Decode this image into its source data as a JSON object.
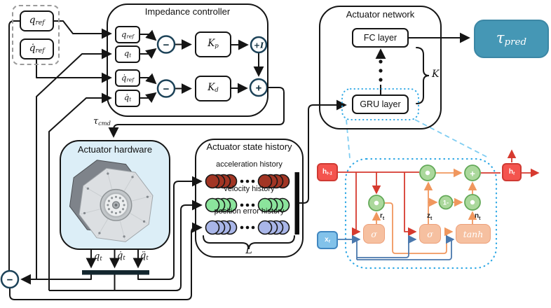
{
  "colors": {
    "wire_black": "#151515",
    "wire_red": "#d63a2f",
    "wire_orange": "#f0975e",
    "wire_blue": "#4a78ad",
    "junction_circle_border": "#1c4258",
    "hardware_bg": "#dceef7",
    "tau_pred_bg": "#4597b5",
    "red_node": "#f4544e",
    "blue_node": "#82c2ea",
    "green_node": "#abd89c",
    "gate_node": "#f6c0a0",
    "dotted_cell_blue": "#2fa8e5"
  },
  "ref_inputs": {
    "q_ref": {
      "base": "q",
      "sub": "ref"
    },
    "qd_ref": {
      "base": "q̇",
      "sub": "ref"
    }
  },
  "impedance": {
    "title": "Impedance controller",
    "q_ref": {
      "base": "q",
      "sub": "ref"
    },
    "q_t": {
      "base": "q",
      "sub": "t"
    },
    "qd_ref": {
      "base": "q̇",
      "sub": "ref"
    },
    "qd_t": {
      "base": "q̇",
      "sub": "t"
    },
    "kp": {
      "base": "K",
      "sub": "p"
    },
    "kd": {
      "base": "K",
      "sub": "d"
    },
    "minus_glyph": "−",
    "plus_i_glyph": "+I",
    "plus_glyph": "+"
  },
  "tau_cmd": {
    "base": "τ",
    "sub": "cmd"
  },
  "hardware": {
    "title": "Actuator hardware",
    "q_t": {
      "base": "q",
      "sub": "t"
    },
    "qd_t": {
      "base": "q̇",
      "sub": "t"
    },
    "qdd_t": {
      "base": "q̈",
      "sub": "t"
    }
  },
  "feedback": {
    "minus_glyph": "−"
  },
  "history": {
    "title": "Actuator state history",
    "rows": [
      {
        "label": "acceleration history",
        "color": "#a23524"
      },
      {
        "label": "velocity history",
        "color": "#8be49c"
      },
      {
        "label": "position error history",
        "color": "#a9b6e8"
      }
    ],
    "brace_label": "L"
  },
  "network": {
    "title": "Actuator network",
    "fc_label": "FC layer",
    "gru_label": "GRU layer",
    "brace_label": "K"
  },
  "tau_pred": {
    "base": "τ",
    "sub": "pred"
  },
  "cell": {
    "h_prev": {
      "base": "h",
      "sub": "t-1"
    },
    "x_t": {
      "base": "x",
      "sub": "t"
    },
    "h_t": {
      "base": "h",
      "sub": "t"
    },
    "r_t": {
      "base": "r",
      "sub": "t"
    },
    "z_t": {
      "base": "z",
      "sub": "t"
    },
    "n_t": {
      "base": "n",
      "sub": "t"
    },
    "sigma1": "σ",
    "sigma2": "σ",
    "tanh": "tanh",
    "one_minus": "1-",
    "plus_glyph": "+"
  }
}
